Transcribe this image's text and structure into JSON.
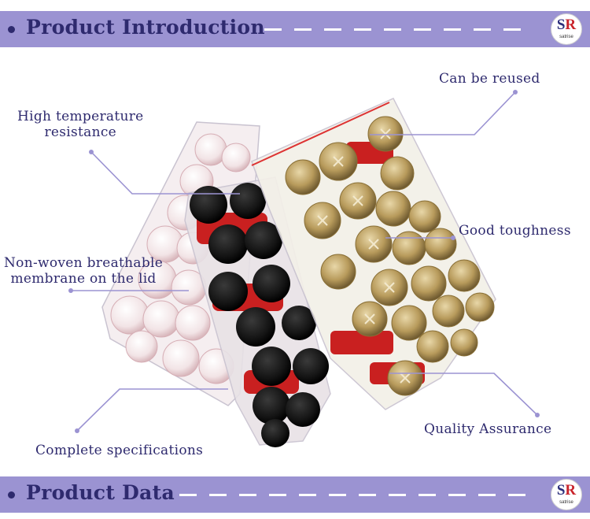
{
  "header": {
    "title": "Product Introduction",
    "logo": {
      "letters_s": "S",
      "letters_r": "R",
      "brand": "satrise"
    }
  },
  "footer": {
    "title": "Product Data",
    "logo": {
      "letters_s": "S",
      "letters_r": "R",
      "brand": "satrise"
    }
  },
  "callouts": {
    "reused": "Can be reused",
    "high_temp_line1": "High temperature",
    "high_temp_line2": "resistance",
    "toughness": "Good toughness",
    "membrane_line1": "Non-woven breathable",
    "membrane_line2": "membrane on the lid",
    "quality": "Quality Assurance",
    "specs": "Complete specifications"
  },
  "colors": {
    "banner": "#9b93d2",
    "title_text": "#2e2a6e",
    "leader_line": "#9b93d2",
    "logo_s": "#2a2d7a",
    "logo_r": "#c9242b"
  },
  "icons": {
    "bullet": "bullet-dot",
    "logo": "satrise-logo"
  }
}
